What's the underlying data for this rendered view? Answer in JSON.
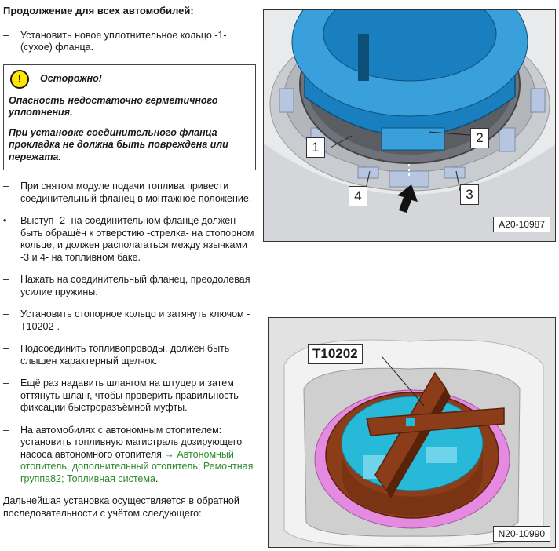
{
  "heading": "Продолжение для всех автомобилей:",
  "dash": "–",
  "bullet": "•",
  "step_install_ring": "Установить новое уплотнительное кольцо -1- (сухое) фланца.",
  "caution": {
    "icon": "warning-icon",
    "icon_glyph": "!",
    "title": "Осторожно!",
    "text1": "Опасность недостаточно герметичного уплотнения.",
    "text2": "При установке соединительного фланца прокладка не должна быть повреждена или пережата."
  },
  "step_flange_position": "При снятом модуле подачи топлива привести соединительный фланец в монтажное положение.",
  "step_lug": "Выступ -2- на соединительном фланце должен быть обращён к отверстию -стрелка- на стопорном кольце, и должен располагаться между язычками -3 и 4- на топливном баке.",
  "step_press": "Нажать на соединительный фланец, преодолевая усилие пружины.",
  "step_lock_ring": "Установить стопорное кольцо и затянуть ключом -T10202-.",
  "step_connect": "Подсоединить топливопроводы, должен быть слышен характерный щелчок.",
  "step_check": "Ещё раз надавить шлангом на штуцер и затем оттянуть шланг, чтобы проверить правильность фиксации быстроразъёмной муфты.",
  "step_heater": {
    "text": "На автомобилях с автономным отопителем: установить топливную магистраль дозирующего насоса автономного отопителя",
    "link1": "→ Автономный отопитель, дополнительный отопитель",
    "sep": "; ",
    "link2": "Ремонтная группа82; Топливная система",
    "end": "."
  },
  "final_para": "Дальнейшая установка осуществляется в обратной последовательности с учётом следующего:",
  "figure1": {
    "code": "A20-10987",
    "callouts": [
      "1",
      "2",
      "3",
      "4"
    ],
    "colors": {
      "flange": "#1a7fbf",
      "flange_light": "#3aa0dc",
      "ring": "#8a8f96",
      "tabs": "#b7c6e0"
    }
  },
  "figure2": {
    "code": "N20-10990",
    "tool": "T10202",
    "colors": {
      "lock_ring": "#8b3d1a",
      "seal": "#e58ae0",
      "flange": "#28b8d8"
    }
  }
}
